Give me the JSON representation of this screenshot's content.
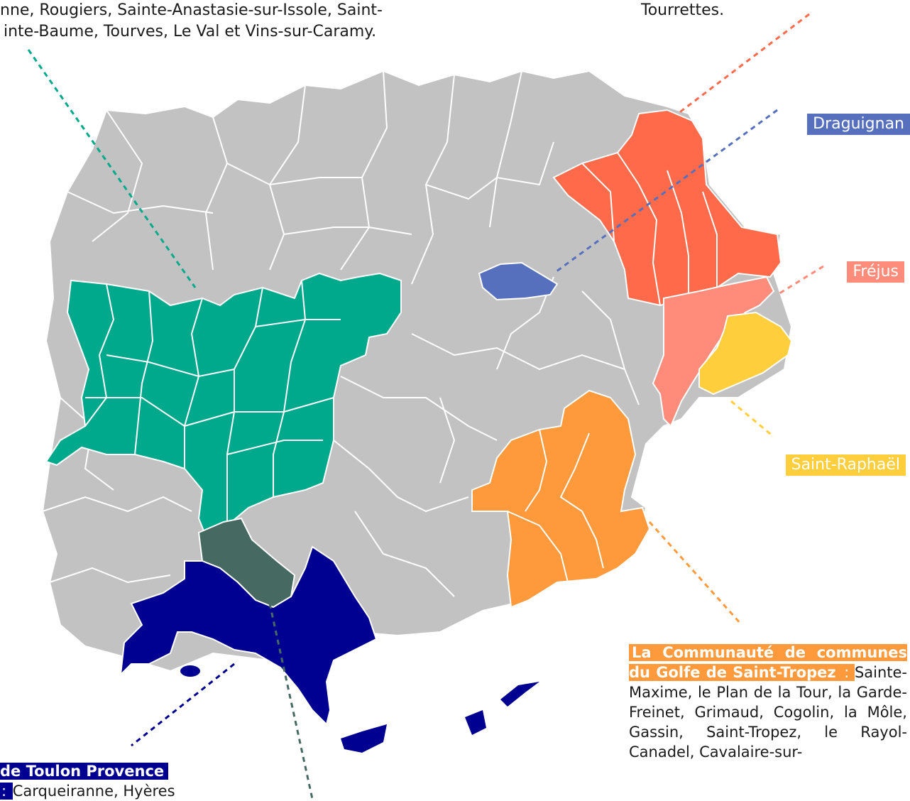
{
  "captions": {
    "top_left_line1": "nne, Rougiers, Sainte-Anastasie-sur-Issole, Saint-",
    "top_left_line2": "inte-Baume, Tourves, Le Val et Vins-sur-Caramy.",
    "top_right": "Tourrettes."
  },
  "labels": {
    "draguignan": "Draguignan",
    "frejus": "Fréjus",
    "saint_raphael": "Saint-Raphaël"
  },
  "golfe": {
    "heading": "La Communauté de communes du Golfe de Saint-Tropez",
    "separator": " : ",
    "members": "Sainte-Maxime, le Plan de la Tour, la Garde-Freinet, Grimaud, Cogolin, la Môle, Gassin, Saint-Tropez, le Rayol-Canadel, Cavalaire-sur-"
  },
  "toulon": {
    "heading": "de Toulon Provence",
    "separator": " : ",
    "members": "Carqueiranne, Hyères"
  },
  "colors": {
    "background_communes": "#c2c2c2",
    "borders": "#ffffff",
    "provence_verte": "#00a98b",
    "draguignan": "#5670be",
    "esterel_nord": "#ff6b4a",
    "frejus": "#ff8c7a",
    "saint_raphael": "#ffce3d",
    "golfe_saint_tropez": "#ff9a3c",
    "toulon": "#000091",
    "toulon_sub": "#466a62"
  }
}
